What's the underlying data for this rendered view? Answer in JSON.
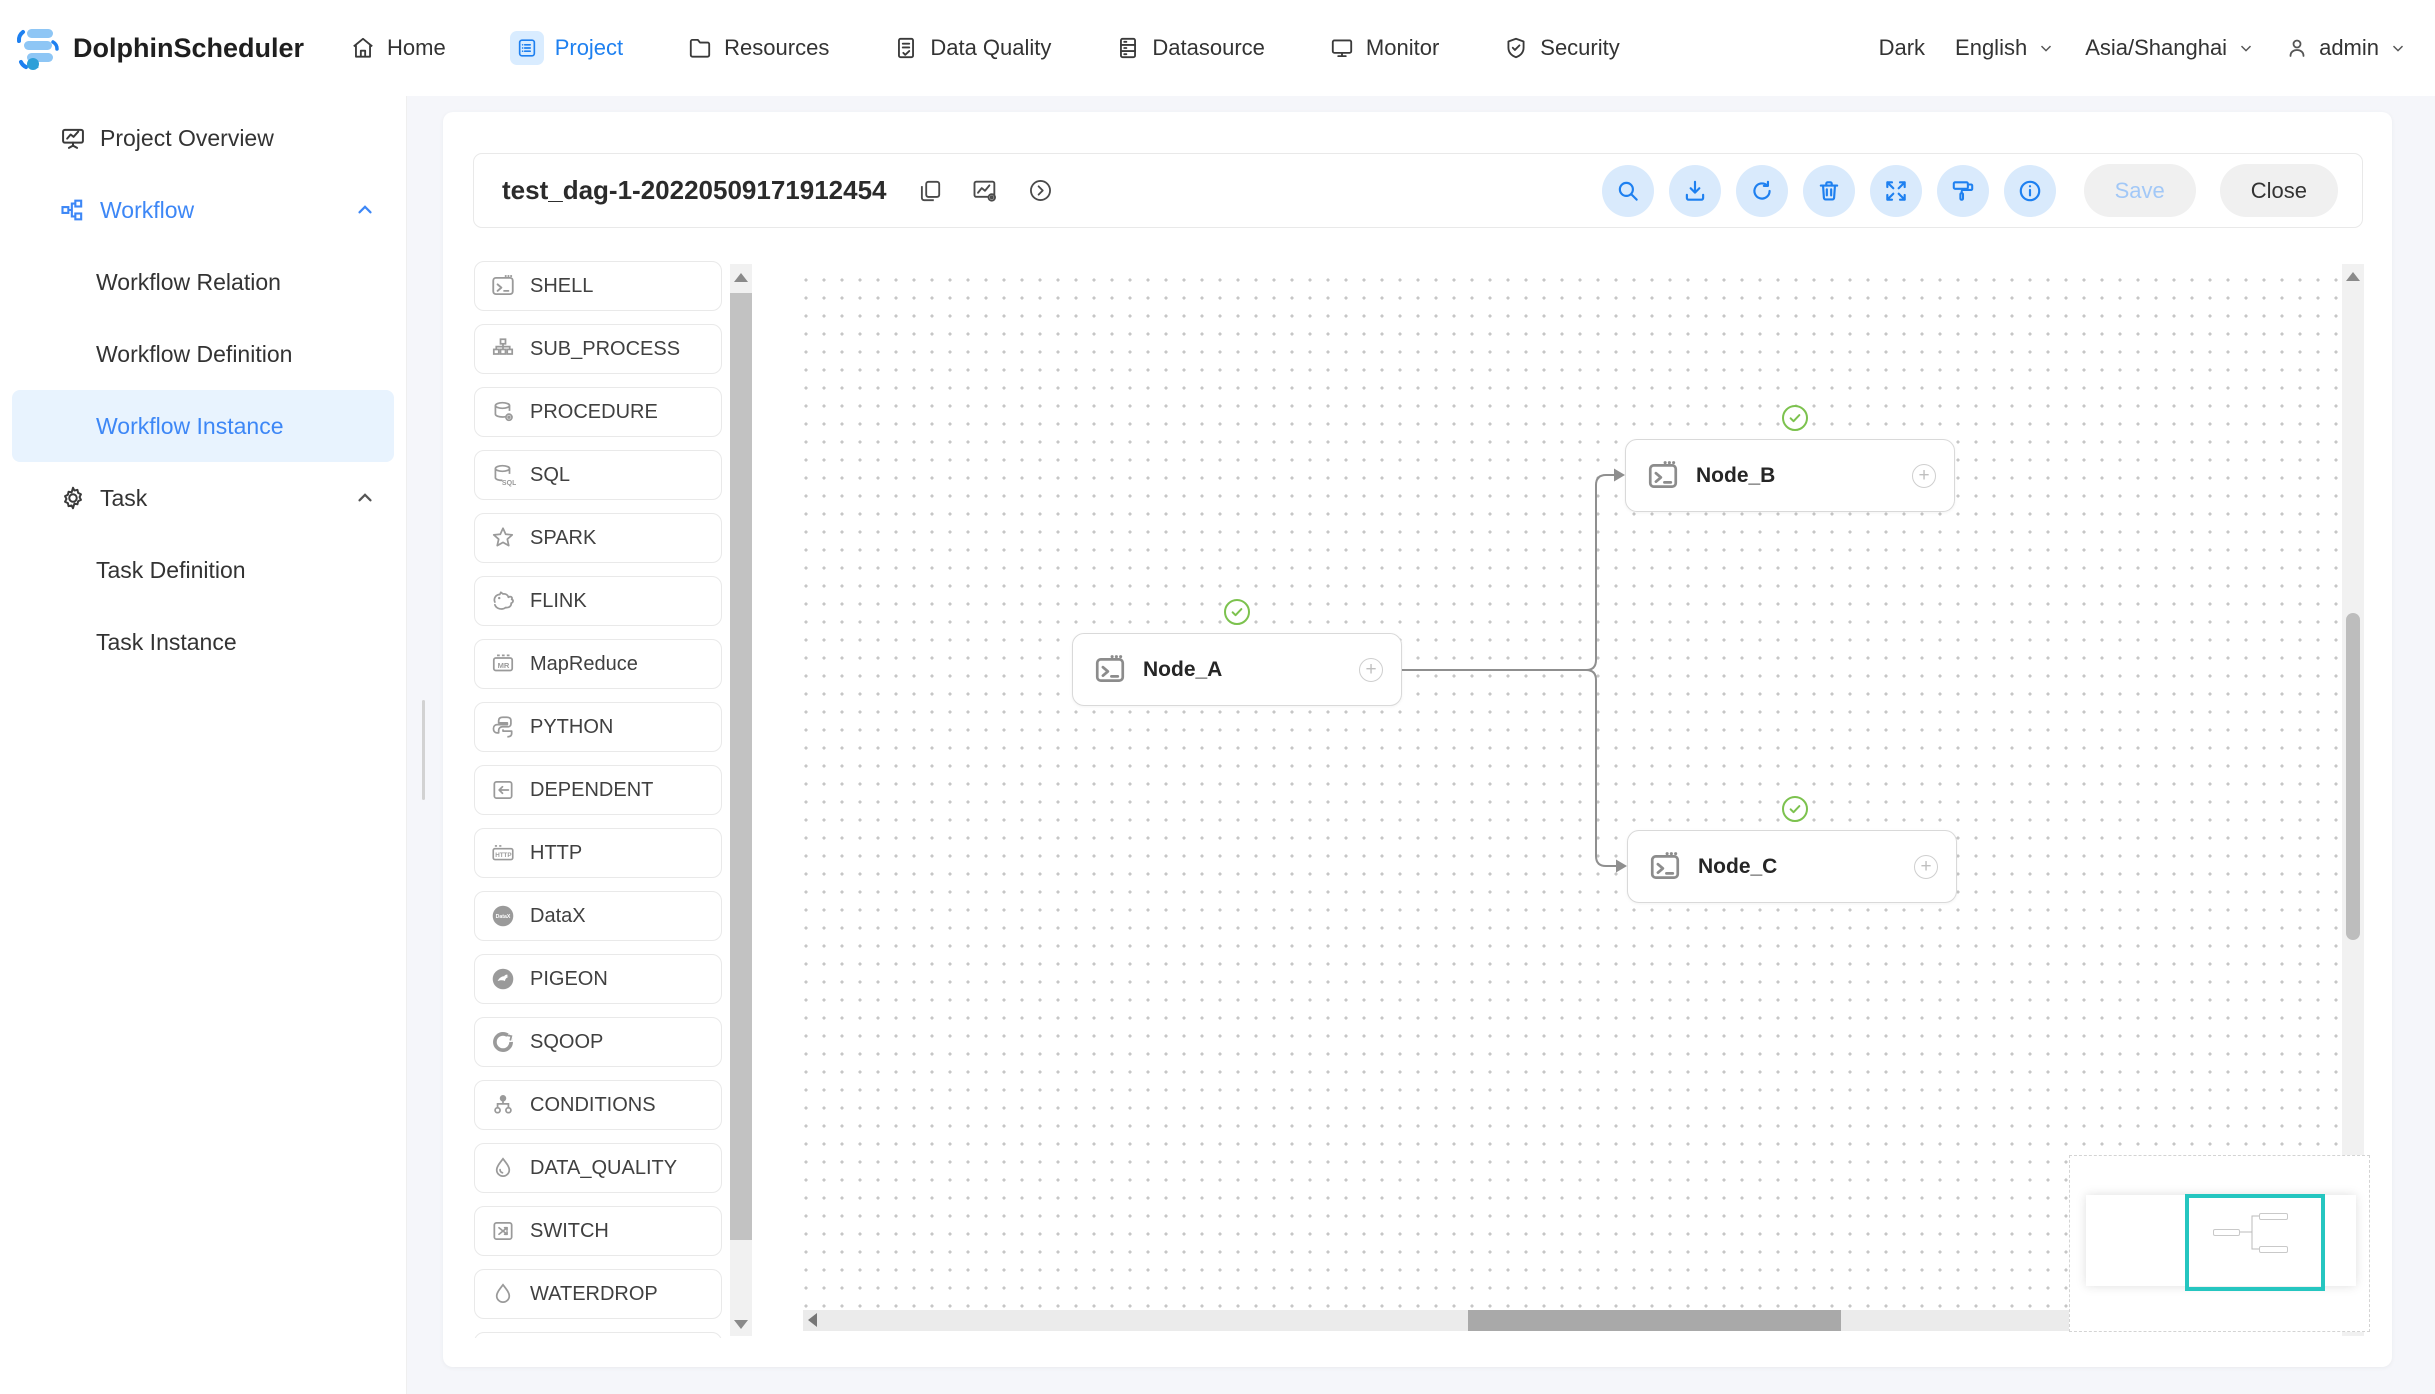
{
  "navbar": {
    "brand": "DolphinScheduler",
    "items": [
      {
        "label": "Home",
        "icon": "home-icon",
        "active": false
      },
      {
        "label": "Project",
        "icon": "project-icon",
        "active": true
      },
      {
        "label": "Resources",
        "icon": "folder-icon",
        "active": false
      },
      {
        "label": "Data Quality",
        "icon": "data-quality-icon",
        "active": false
      },
      {
        "label": "Datasource",
        "icon": "datasource-icon",
        "active": false
      },
      {
        "label": "Monitor",
        "icon": "monitor-icon",
        "active": false
      },
      {
        "label": "Security",
        "icon": "security-icon",
        "active": false
      }
    ],
    "theme_label": "Dark",
    "language": "English",
    "timezone": "Asia/Shanghai",
    "user": "admin"
  },
  "sidebar": {
    "items": [
      {
        "label": "Project Overview",
        "icon": "project-overview-icon"
      },
      {
        "label": "Workflow",
        "icon": "workflow-icon",
        "expanded": true,
        "children": [
          "Workflow Relation",
          "Workflow Definition",
          "Workflow Instance"
        ],
        "selected_child": "Workflow Instance"
      },
      {
        "label": "Task",
        "icon": "task-icon",
        "expanded": true,
        "children": [
          "Task Definition",
          "Task Instance"
        ]
      }
    ]
  },
  "dag": {
    "title": "test_dag-1-20220509171912454",
    "toolbar_icons": [
      "search",
      "download",
      "refresh",
      "delete",
      "fullscreen",
      "format",
      "info"
    ],
    "save_label": "Save",
    "close_label": "Close",
    "nodes": [
      {
        "name": "Node_A",
        "status": "success"
      },
      {
        "name": "Node_B",
        "status": "success"
      },
      {
        "name": "Node_C",
        "status": "success"
      }
    ],
    "edges": [
      [
        "Node_A",
        "Node_B"
      ],
      [
        "Node_A",
        "Node_C"
      ]
    ]
  },
  "task_types": [
    {
      "label": "SHELL",
      "icon": "shell-icon"
    },
    {
      "label": "SUB_PROCESS",
      "icon": "sub-process-icon"
    },
    {
      "label": "PROCEDURE",
      "icon": "procedure-icon"
    },
    {
      "label": "SQL",
      "icon": "sql-icon"
    },
    {
      "label": "SPARK",
      "icon": "spark-icon"
    },
    {
      "label": "FLINK",
      "icon": "flink-icon"
    },
    {
      "label": "MapReduce",
      "icon": "mapreduce-icon"
    },
    {
      "label": "PYTHON",
      "icon": "python-icon"
    },
    {
      "label": "DEPENDENT",
      "icon": "dependent-icon"
    },
    {
      "label": "HTTP",
      "icon": "http-icon"
    },
    {
      "label": "DataX",
      "icon": "datax-icon"
    },
    {
      "label": "PIGEON",
      "icon": "pigeon-icon"
    },
    {
      "label": "SQOOP",
      "icon": "sqoop-icon"
    },
    {
      "label": "CONDITIONS",
      "icon": "conditions-icon"
    },
    {
      "label": "DATA_QUALITY",
      "icon": "data-quality-task-icon"
    },
    {
      "label": "SWITCH",
      "icon": "switch-icon"
    },
    {
      "label": "WATERDROP",
      "icon": "waterdrop-icon"
    }
  ],
  "colors": {
    "accent_blue": "#1e80f0",
    "sidebar_active_bg": "#e8f3fe",
    "toolbar_button_bg": "#d9eafc",
    "success_green": "#7cc24e",
    "minimap_viewport": "#25c6c0",
    "canvas_dot": "#c6c6c6"
  }
}
